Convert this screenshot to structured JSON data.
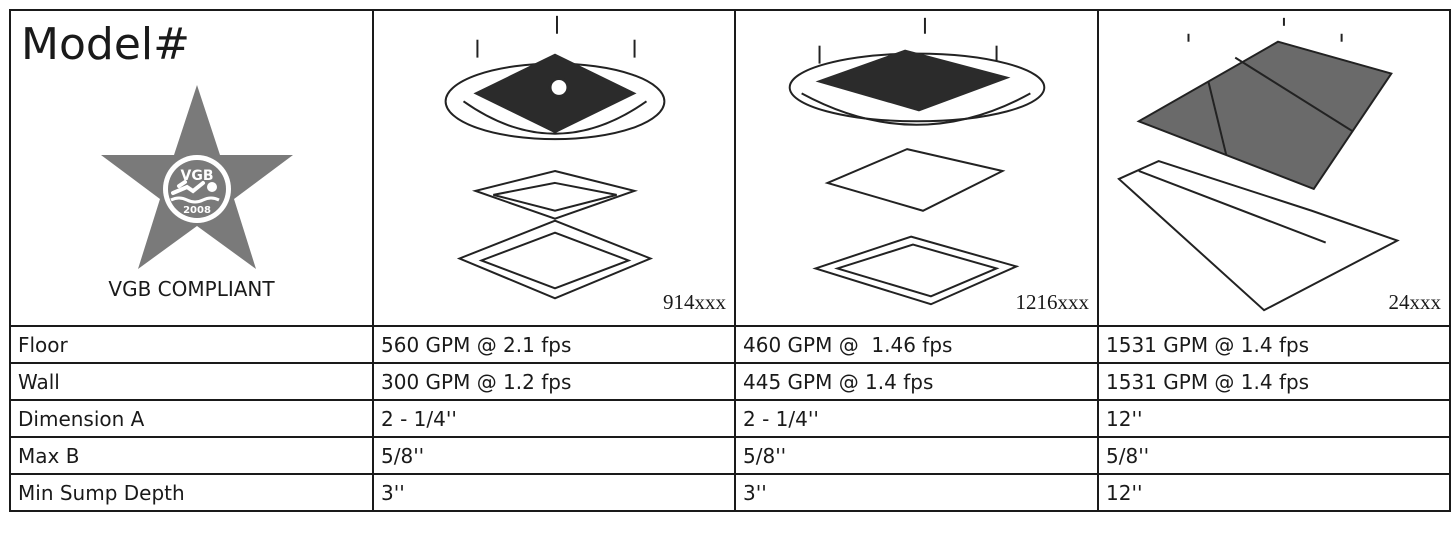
{
  "header": {
    "title": "Model#",
    "badge_text_top": "VGB",
    "badge_text_year": "2008",
    "badge_caption": "VGB COMPLIANT",
    "models": [
      {
        "code": "914xxx",
        "icon": "drain-cover-914-assembly"
      },
      {
        "code": "1216xxx",
        "icon": "drain-cover-1216-assembly"
      },
      {
        "code": "24xxx",
        "icon": "drain-grate-24-assembly"
      }
    ]
  },
  "rows": [
    {
      "label": "Floor",
      "values": [
        "560 GPM @ 2.1 fps",
        "460 GPM @  1.46 fps",
        "1531 GPM @ 1.4 fps"
      ]
    },
    {
      "label": "Wall",
      "values": [
        "300 GPM @ 1.2 fps",
        "445 GPM @ 1.4 fps",
        "1531 GPM @ 1.4 fps"
      ]
    },
    {
      "label": "Dimension A",
      "values": [
        "2 - 1/4''",
        "2 - 1/4''",
        "12''"
      ]
    },
    {
      "label": "Max B",
      "values": [
        "5/8''",
        "5/8''",
        "5/8''"
      ]
    },
    {
      "label": "Min Sump Depth",
      "values": [
        "3''",
        "3''",
        "12''"
      ]
    }
  ],
  "colors": {
    "star": "#7a7a7a",
    "border": "#1a1a1a",
    "cover": "#2b2b2b"
  }
}
